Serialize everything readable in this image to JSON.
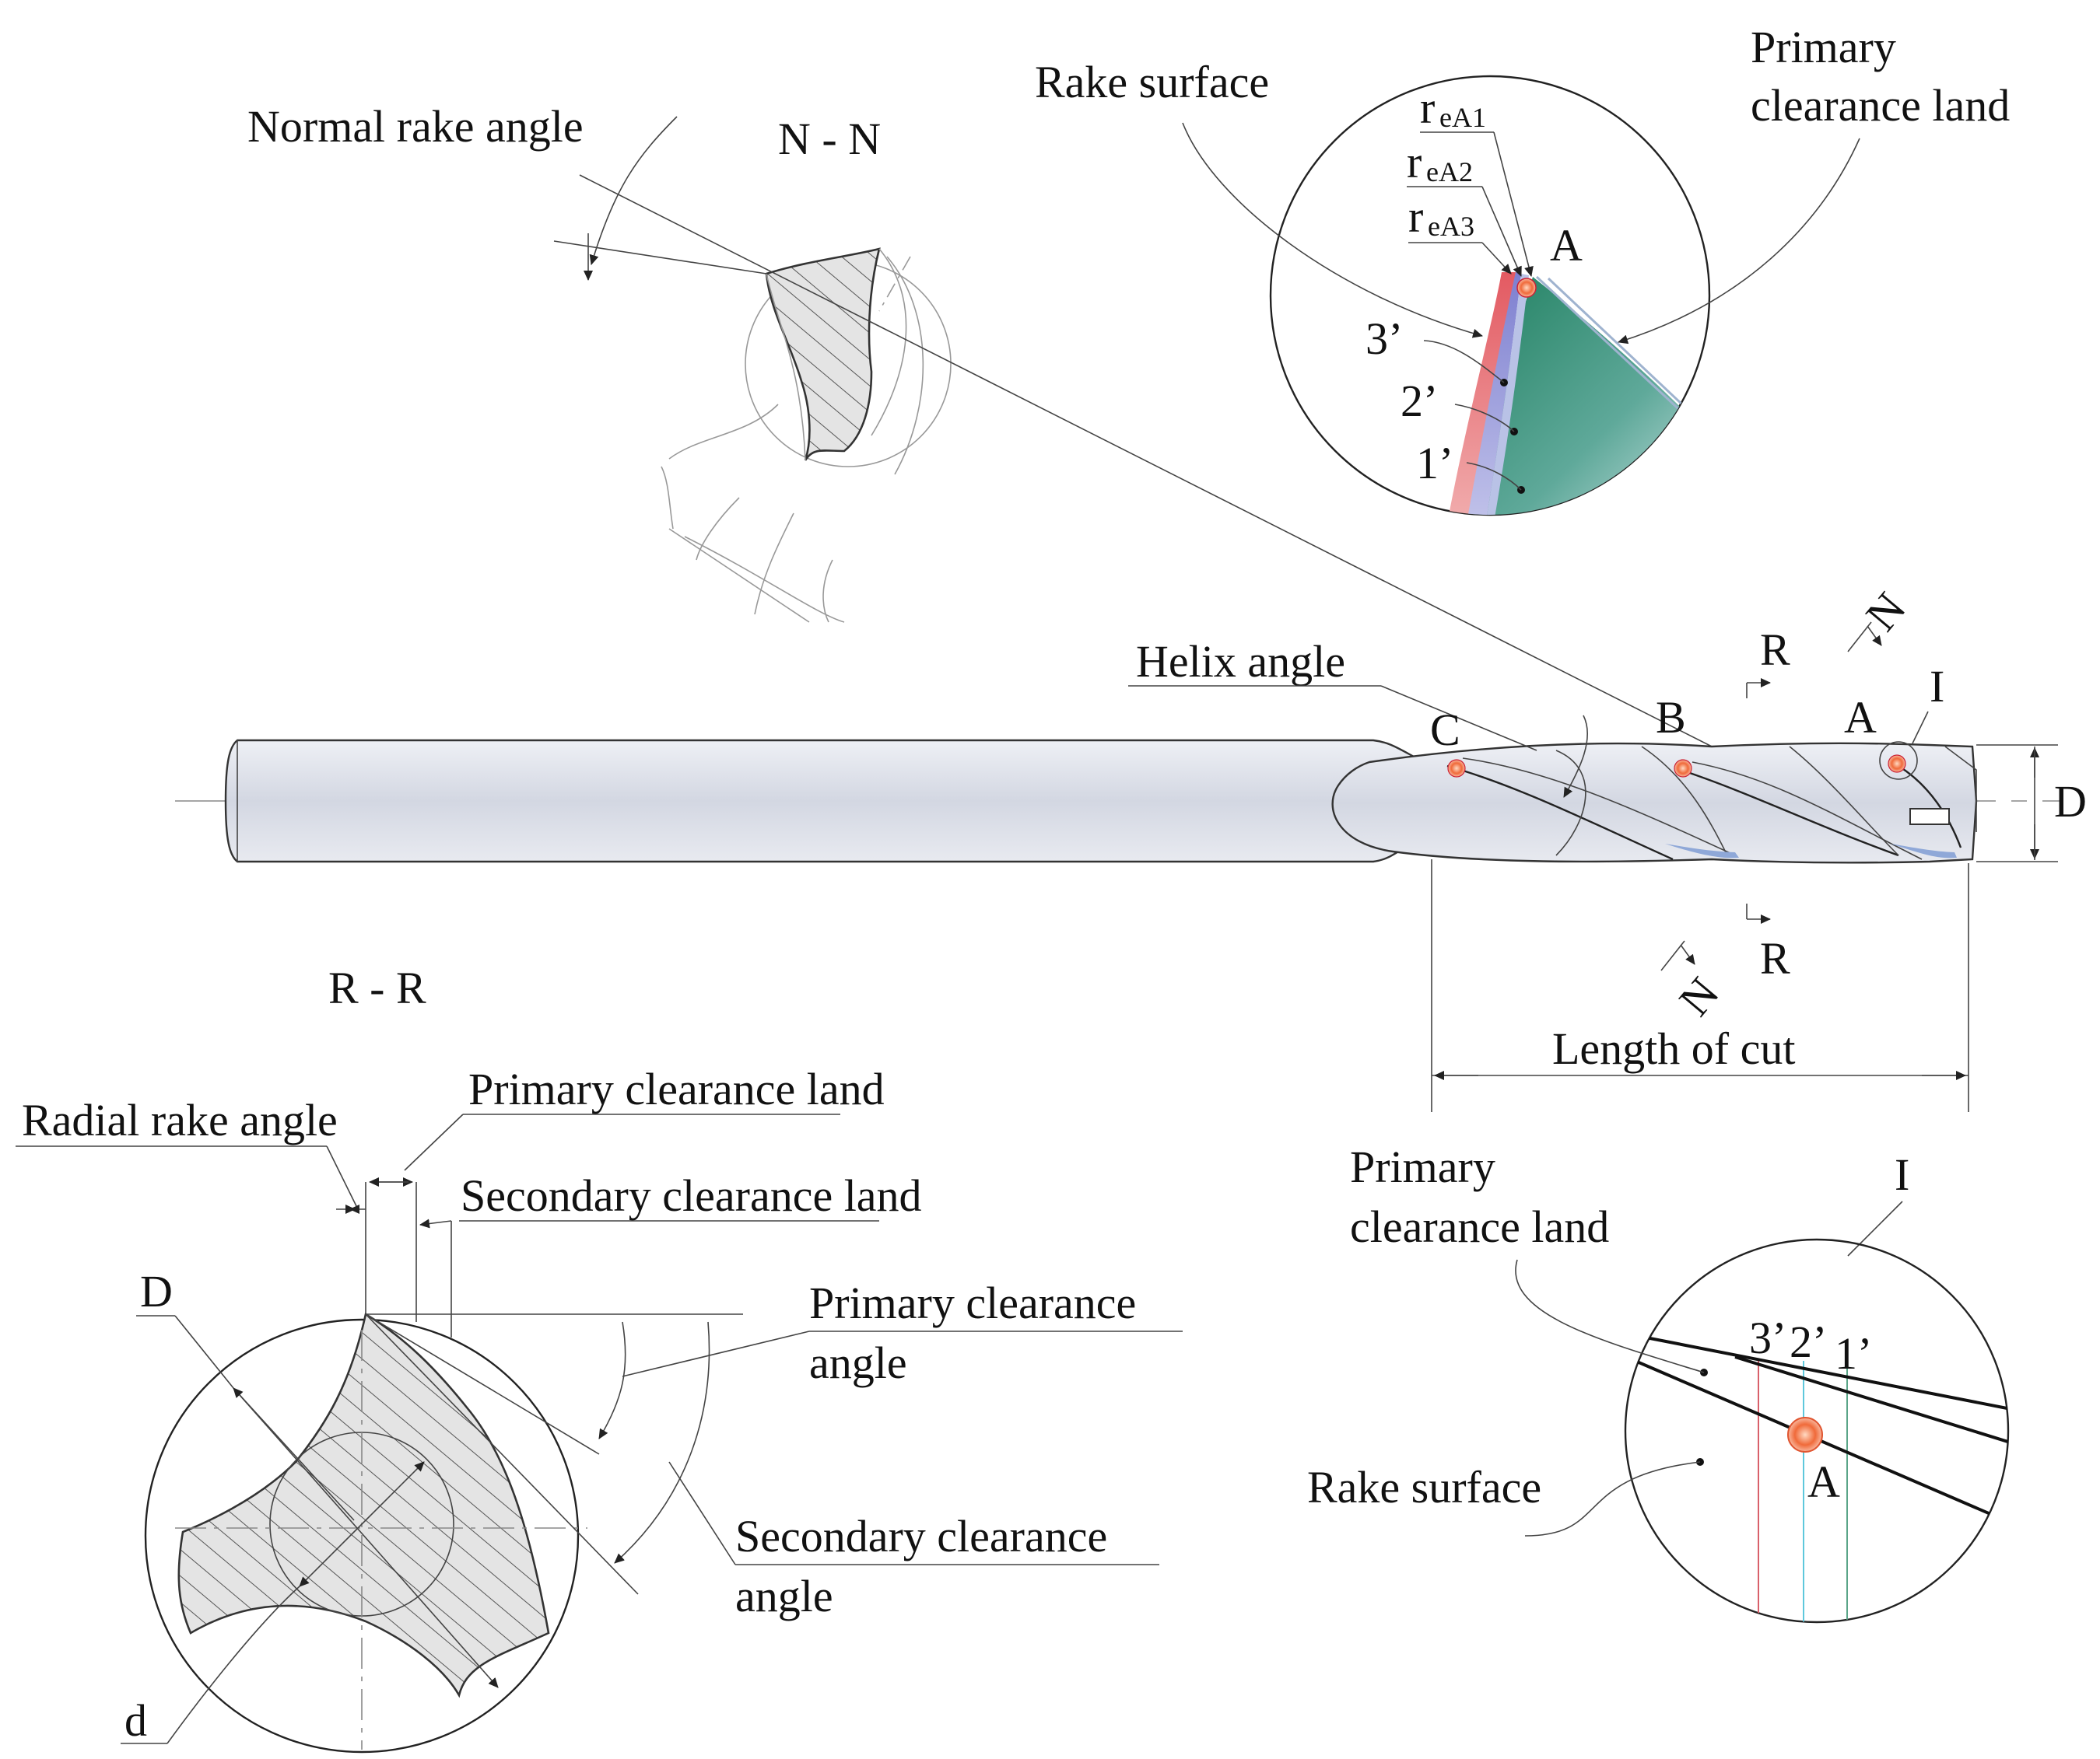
{
  "labels": {
    "normal_rake_angle": "Normal rake angle",
    "section_nn": "N - N",
    "rake_surface_top": "Rake surface",
    "primary_clearance_land_top_1": "Primary",
    "primary_clearance_land_top_2": "clearance land",
    "r_ea1_base": "r",
    "r_ea1_sub": "eA1",
    "r_ea2_base": "r",
    "r_ea2_sub": "eA2",
    "r_ea3_base": "r",
    "r_ea3_sub": "eA3",
    "point_a_top": "A",
    "edge_3": "3’",
    "edge_2": "2’",
    "edge_1": "1’",
    "helix_angle": "Helix angle",
    "point_c": "C",
    "point_b": "B",
    "point_a": "A",
    "detail_i": "I",
    "section_r_top": "R",
    "section_r_bottom": "R",
    "section_n_top": "N",
    "section_n_bottom": "N",
    "diameter_D": "D",
    "length_of_cut": "Length of cut",
    "section_rr": "R - R",
    "radial_rake_angle": "Radial rake angle",
    "primary_clearance_land_rr": "Primary clearance land",
    "secondary_clearance_land_rr": "Secondary clearance land",
    "primary_clearance_angle_1": "Primary clearance",
    "primary_clearance_angle_2": "angle",
    "secondary_clearance_angle_1": "Secondary clearance",
    "secondary_clearance_angle_2": "angle",
    "rr_D": "D",
    "rr_d": "d",
    "detail_i_title": "I",
    "detail_primary_1": "Primary",
    "detail_primary_2": "clearance land",
    "detail_rake_surface": "Rake surface",
    "detail_3": "3’",
    "detail_2": "2’",
    "detail_1": "1’",
    "detail_a": "A"
  },
  "colors": {
    "rake_red": "#e8797b",
    "land_blue": "#8f8fd0",
    "flank_green": "#2f8f6f",
    "tool_body": "#d9dde6",
    "marker_orange": "#f06a3a",
    "line_red": "#d9606a",
    "line_cyan": "#5ec8dc",
    "line_green": "#5aa588"
  }
}
